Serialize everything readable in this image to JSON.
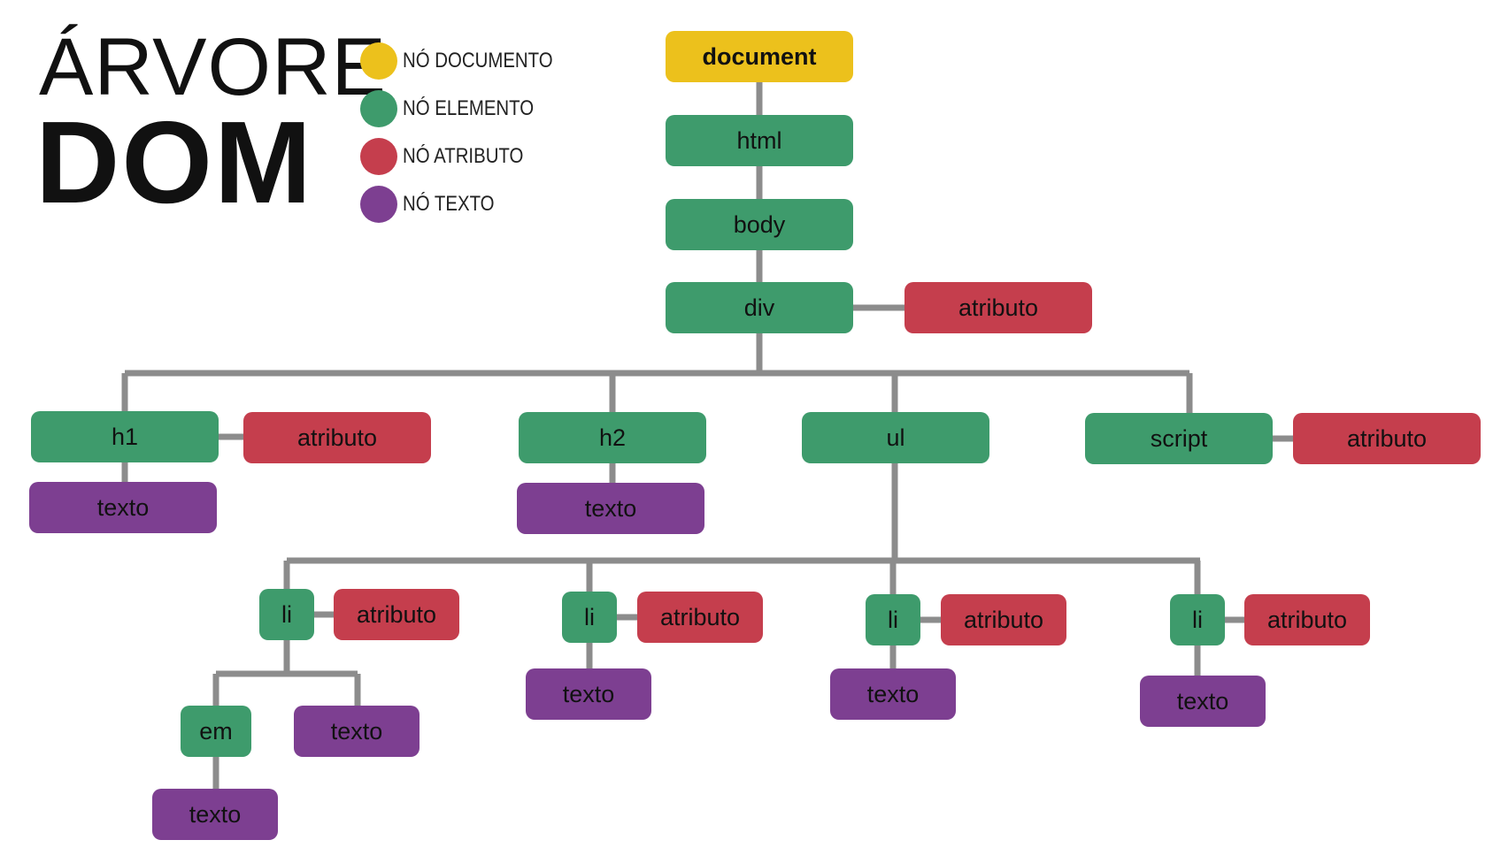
{
  "title": {
    "line1": "ÁRVORE",
    "line2": "DOM"
  },
  "colors": {
    "document": "#ecc11c",
    "element": "#3e9b6c",
    "attribute": "#c53e4d",
    "text": "#7d3f91",
    "edge": "#8c8c8c"
  },
  "legend": [
    {
      "kind": "document",
      "label": "NÓ DOCUMENTO"
    },
    {
      "kind": "element",
      "label": "NÓ ELEMENTO"
    },
    {
      "kind": "attribute",
      "label": "NÓ ATRIBUTO"
    },
    {
      "kind": "text",
      "label": "NÓ TEXTO"
    }
  ],
  "nodes": {
    "document": {
      "label": "document",
      "kind": "document"
    },
    "html": {
      "label": "html",
      "kind": "element"
    },
    "body": {
      "label": "body",
      "kind": "element"
    },
    "div": {
      "label": "div",
      "kind": "element"
    },
    "div_attr": {
      "label": "atributo",
      "kind": "attribute"
    },
    "h1": {
      "label": "h1",
      "kind": "element"
    },
    "h1_attr": {
      "label": "atributo",
      "kind": "attribute"
    },
    "h1_text": {
      "label": "texto",
      "kind": "text"
    },
    "h2": {
      "label": "h2",
      "kind": "element"
    },
    "h2_text": {
      "label": "texto",
      "kind": "text"
    },
    "ul": {
      "label": "ul",
      "kind": "element"
    },
    "script": {
      "label": "script",
      "kind": "element"
    },
    "script_attr": {
      "label": "atributo",
      "kind": "attribute"
    },
    "li1": {
      "label": "li",
      "kind": "element"
    },
    "li1_attr": {
      "label": "atributo",
      "kind": "attribute"
    },
    "em": {
      "label": "em",
      "kind": "element"
    },
    "em_text": {
      "label": "texto",
      "kind": "text"
    },
    "li1_text": {
      "label": "texto",
      "kind": "text"
    },
    "li2": {
      "label": "li",
      "kind": "element"
    },
    "li2_attr": {
      "label": "atributo",
      "kind": "attribute"
    },
    "li2_text": {
      "label": "texto",
      "kind": "text"
    },
    "li3": {
      "label": "li",
      "kind": "element"
    },
    "li3_attr": {
      "label": "atributo",
      "kind": "attribute"
    },
    "li3_text": {
      "label": "texto",
      "kind": "text"
    },
    "li4": {
      "label": "li",
      "kind": "element"
    },
    "li4_attr": {
      "label": "atributo",
      "kind": "attribute"
    },
    "li4_text": {
      "label": "texto",
      "kind": "text"
    }
  },
  "edges": [
    [
      "document",
      "html"
    ],
    [
      "html",
      "body"
    ],
    [
      "body",
      "div"
    ],
    [
      "div",
      "div_attr"
    ],
    [
      "div",
      "h1"
    ],
    [
      "div",
      "h2"
    ],
    [
      "div",
      "ul"
    ],
    [
      "div",
      "script"
    ],
    [
      "h1",
      "h1_attr"
    ],
    [
      "h1",
      "h1_text"
    ],
    [
      "h2",
      "h2_text"
    ],
    [
      "script",
      "script_attr"
    ],
    [
      "ul",
      "li1"
    ],
    [
      "ul",
      "li2"
    ],
    [
      "ul",
      "li3"
    ],
    [
      "ul",
      "li4"
    ],
    [
      "li1",
      "li1_attr"
    ],
    [
      "li1",
      "em"
    ],
    [
      "li1",
      "li1_text"
    ],
    [
      "em",
      "em_text"
    ],
    [
      "li2",
      "li2_attr"
    ],
    [
      "li2",
      "li2_text"
    ],
    [
      "li3",
      "li3_attr"
    ],
    [
      "li3",
      "li3_text"
    ],
    [
      "li4",
      "li4_attr"
    ],
    [
      "li4",
      "li4_text"
    ]
  ]
}
